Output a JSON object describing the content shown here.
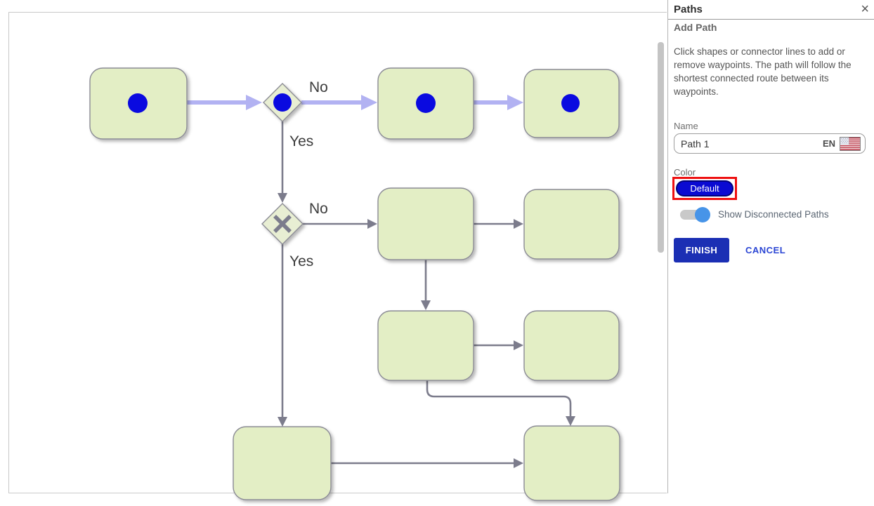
{
  "panel": {
    "title": "Paths",
    "close_icon": "×",
    "section_title": "Add Path",
    "description": "Click shapes or connector lines to add or remove waypoints. The path will follow the shortest connected route between its waypoints.",
    "name_label": "Name",
    "name_value": "Path 1",
    "language_code": "EN",
    "color_label": "Color",
    "color_value": "Default",
    "toggle_label": "Show Disconnected Paths",
    "toggle_state": "on",
    "finish_label": "FINISH",
    "cancel_label": "CANCEL",
    "colors": {
      "color_pill_bg": "#0a0ad2",
      "color_pill_border": "#00007a",
      "selection_outline": "#ee1111",
      "finish_button_bg": "#1b2fb4",
      "cancel_link": "#2b46d4",
      "toggle_knob": "#4794e8"
    }
  },
  "diagram": {
    "labels": {
      "gateway1_no": "No",
      "gateway1_yes": "Yes",
      "gateway2_no": "No",
      "gateway2_yes": "Yes"
    },
    "colors": {
      "shape_fill": "#e3eec5",
      "shape_stroke": "#8b8b95",
      "highlighted_path": "#b2b2f2",
      "connector": "#7c7c8c",
      "waypoint_dot": "#0a0ae0"
    },
    "nodes": [
      {
        "id": "task-1",
        "type": "task",
        "waypoint": true
      },
      {
        "id": "gateway-1",
        "type": "gateway",
        "waypoint": true
      },
      {
        "id": "task-2",
        "type": "task",
        "waypoint": true
      },
      {
        "id": "task-3",
        "type": "task",
        "waypoint": true
      },
      {
        "id": "gateway-2",
        "type": "gateway-x",
        "waypoint": false
      },
      {
        "id": "task-4",
        "type": "task",
        "waypoint": false
      },
      {
        "id": "task-5",
        "type": "task",
        "waypoint": false
      },
      {
        "id": "task-6",
        "type": "task",
        "waypoint": false
      },
      {
        "id": "task-7",
        "type": "task",
        "waypoint": false
      },
      {
        "id": "task-8",
        "type": "task",
        "waypoint": false
      },
      {
        "id": "task-9",
        "type": "task",
        "waypoint": false
      }
    ],
    "edges": [
      {
        "from": "task-1",
        "to": "gateway-1",
        "highlighted": true
      },
      {
        "from": "gateway-1",
        "to": "task-2",
        "label": "No",
        "highlighted": true
      },
      {
        "from": "task-2",
        "to": "task-3",
        "highlighted": true
      },
      {
        "from": "gateway-1",
        "to": "gateway-2",
        "label": "Yes",
        "highlighted": false
      },
      {
        "from": "gateway-2",
        "to": "task-4",
        "label": "No",
        "highlighted": false
      },
      {
        "from": "task-4",
        "to": "task-5",
        "highlighted": false
      },
      {
        "from": "task-4",
        "to": "task-6",
        "highlighted": false
      },
      {
        "from": "task-6",
        "to": "task-7",
        "highlighted": false
      },
      {
        "from": "task-6",
        "to": "task-9",
        "highlighted": false
      },
      {
        "from": "gateway-2",
        "to": "task-8",
        "label": "Yes",
        "highlighted": false
      },
      {
        "from": "task-8",
        "to": "task-9",
        "highlighted": false
      }
    ]
  }
}
